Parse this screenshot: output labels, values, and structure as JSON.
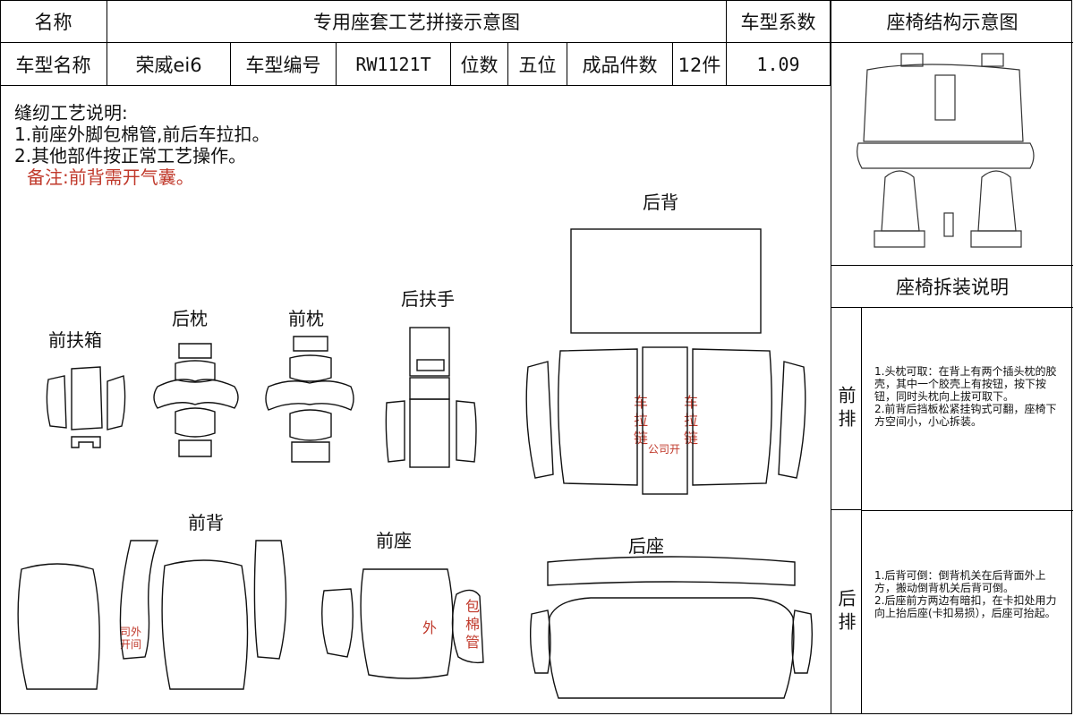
{
  "header": {
    "name_label": "名称",
    "diagram_title": "专用座套工艺拼接示意图",
    "coef_label": "车型系数",
    "model_name_label": "车型名称",
    "model_name": "荣威ei6",
    "model_code_label": "车型编号",
    "model_code": "RW1121T",
    "seats_label": "位数",
    "seats_value": "五位",
    "pieces_label": "成品件数",
    "pieces_value": "12件",
    "coef_value": "1.09"
  },
  "notes": {
    "title": "缝纫工艺说明:",
    "line1": "1.前座外脚包棉管,前后车拉扣。",
    "line2": "2.其他部件按正常工艺操作。",
    "remark": "备注:前背需开气囊。"
  },
  "pieces": {
    "front_armrest": "前扶箱",
    "rear_headrest": "后枕",
    "front_headrest": "前枕",
    "rear_armrest": "后扶手",
    "rear_back": "后背",
    "front_back": "前背",
    "front_seat": "前座",
    "rear_seat": "后座"
  },
  "annotations": {
    "zipper_left": "车拉链",
    "zipper_right": "车拉链",
    "opening_middle": "公司开",
    "airbag_left": "司外",
    "airbag_left2": "开间",
    "outer": "外",
    "cotton_pipe": "包棉管"
  },
  "right_panel": {
    "structure_title": "座椅结构示意图",
    "removal_title": "座椅拆装说明",
    "front_row_label": "前排",
    "front_row_text": "1.头枕可取：在背上有两个插头枕的胶壳，其中一个胶壳上有按钮，按下按钮，同时头枕向上拔可取下。\n2.前背后挡板松紧挂钩式可翻，座椅下方空间小，小心拆装。",
    "rear_row_label": "后排",
    "rear_row_text": "1.后背可倒：倒背机关在后背面外上方，搬动倒背机关后背可倒。\n2.后座前方两边有暗扣，在卡扣处用力向上抬后座(卡扣易损），后座可抬起。"
  }
}
